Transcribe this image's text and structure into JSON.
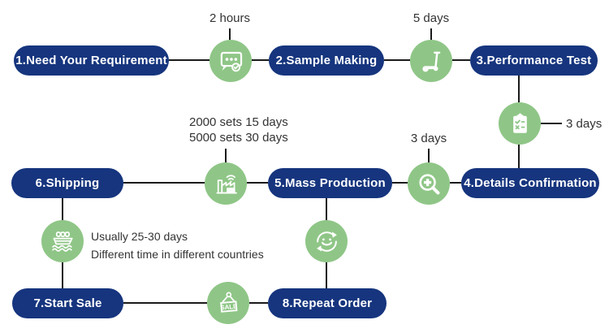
{
  "colors": {
    "pill": "#16357e",
    "circle": "#8fc687",
    "line": "#1a1a1a",
    "annotation": "#333333",
    "icon": "#ffffff"
  },
  "steps": {
    "step1": "1.Need Your Requirement",
    "step2": "2.Sample Making",
    "step3": "3.Performance Test",
    "step4": "4.Details Confirmation",
    "step5": "5.Mass Production",
    "step6": "6.Shipping",
    "step7": "7.Start Sale",
    "step8": "8.Repeat Order"
  },
  "connectors": {
    "requirement_to_sample": {
      "icon": "chat-approve-icon",
      "duration": "2 hours"
    },
    "sample_to_test": {
      "icon": "scooter-icon",
      "duration": "5 days"
    },
    "test_to_details": {
      "icon": "checklist-clipboard-icon",
      "duration": "3 days"
    },
    "details_to_production": {
      "icon": "magnifier-plus-icon",
      "duration": "3 days"
    },
    "production_to_shipping": {
      "icon": "factory-icon",
      "duration_line1": "2000 sets 15 days",
      "duration_line2": "5000 sets 30 days"
    },
    "shipping_to_sale": {
      "icon": "cargo-ship-icon",
      "note_line1": "Usually 25-30 days",
      "note_line2": "Different time in different countries"
    },
    "production_to_repeat": {
      "icon": "smiley-repeat-icon"
    },
    "sale_to_repeat": {
      "icon": "sale-sign-icon",
      "sign_text": "SALE"
    }
  }
}
